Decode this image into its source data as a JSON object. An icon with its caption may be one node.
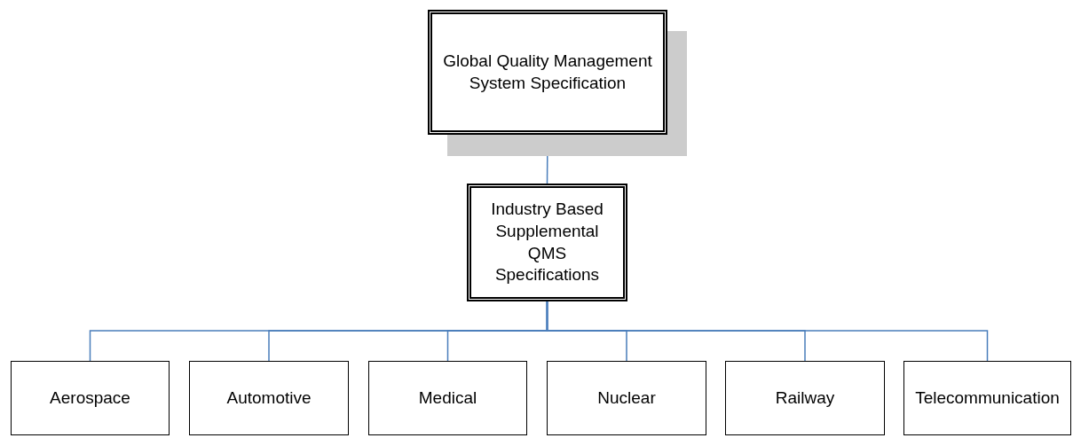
{
  "diagram": {
    "nodes": [
      {
        "text": [
          "Global Quality Management System Specification"
        ]
      },
      {
        "text": [
          "Industry Based Supplemental QMS Specifications"
        ]
      },
      {
        "text": [
          "Aerospace"
        ]
      },
      {
        "text": [
          "Automotive"
        ]
      },
      {
        "text": [
          "Medical"
        ]
      },
      {
        "text": [
          "Nuclear"
        ]
      },
      {
        "text": [
          "Railway"
        ]
      },
      {
        "text": [
          "Telecommunication"
        ]
      }
    ],
    "edges": [
      {
        "from": 0,
        "to": 1,
        "arrow": "none"
      },
      {
        "from": 1,
        "to": 2,
        "arrow": "none"
      },
      {
        "from": 1,
        "to": 3,
        "arrow": "none"
      },
      {
        "from": 1,
        "to": 4,
        "arrow": "none"
      },
      {
        "from": 1,
        "to": 5,
        "arrow": "none"
      },
      {
        "from": 1,
        "to": 6,
        "arrow": "none"
      },
      {
        "from": 1,
        "to": 7,
        "arrow": "none"
      }
    ]
  }
}
